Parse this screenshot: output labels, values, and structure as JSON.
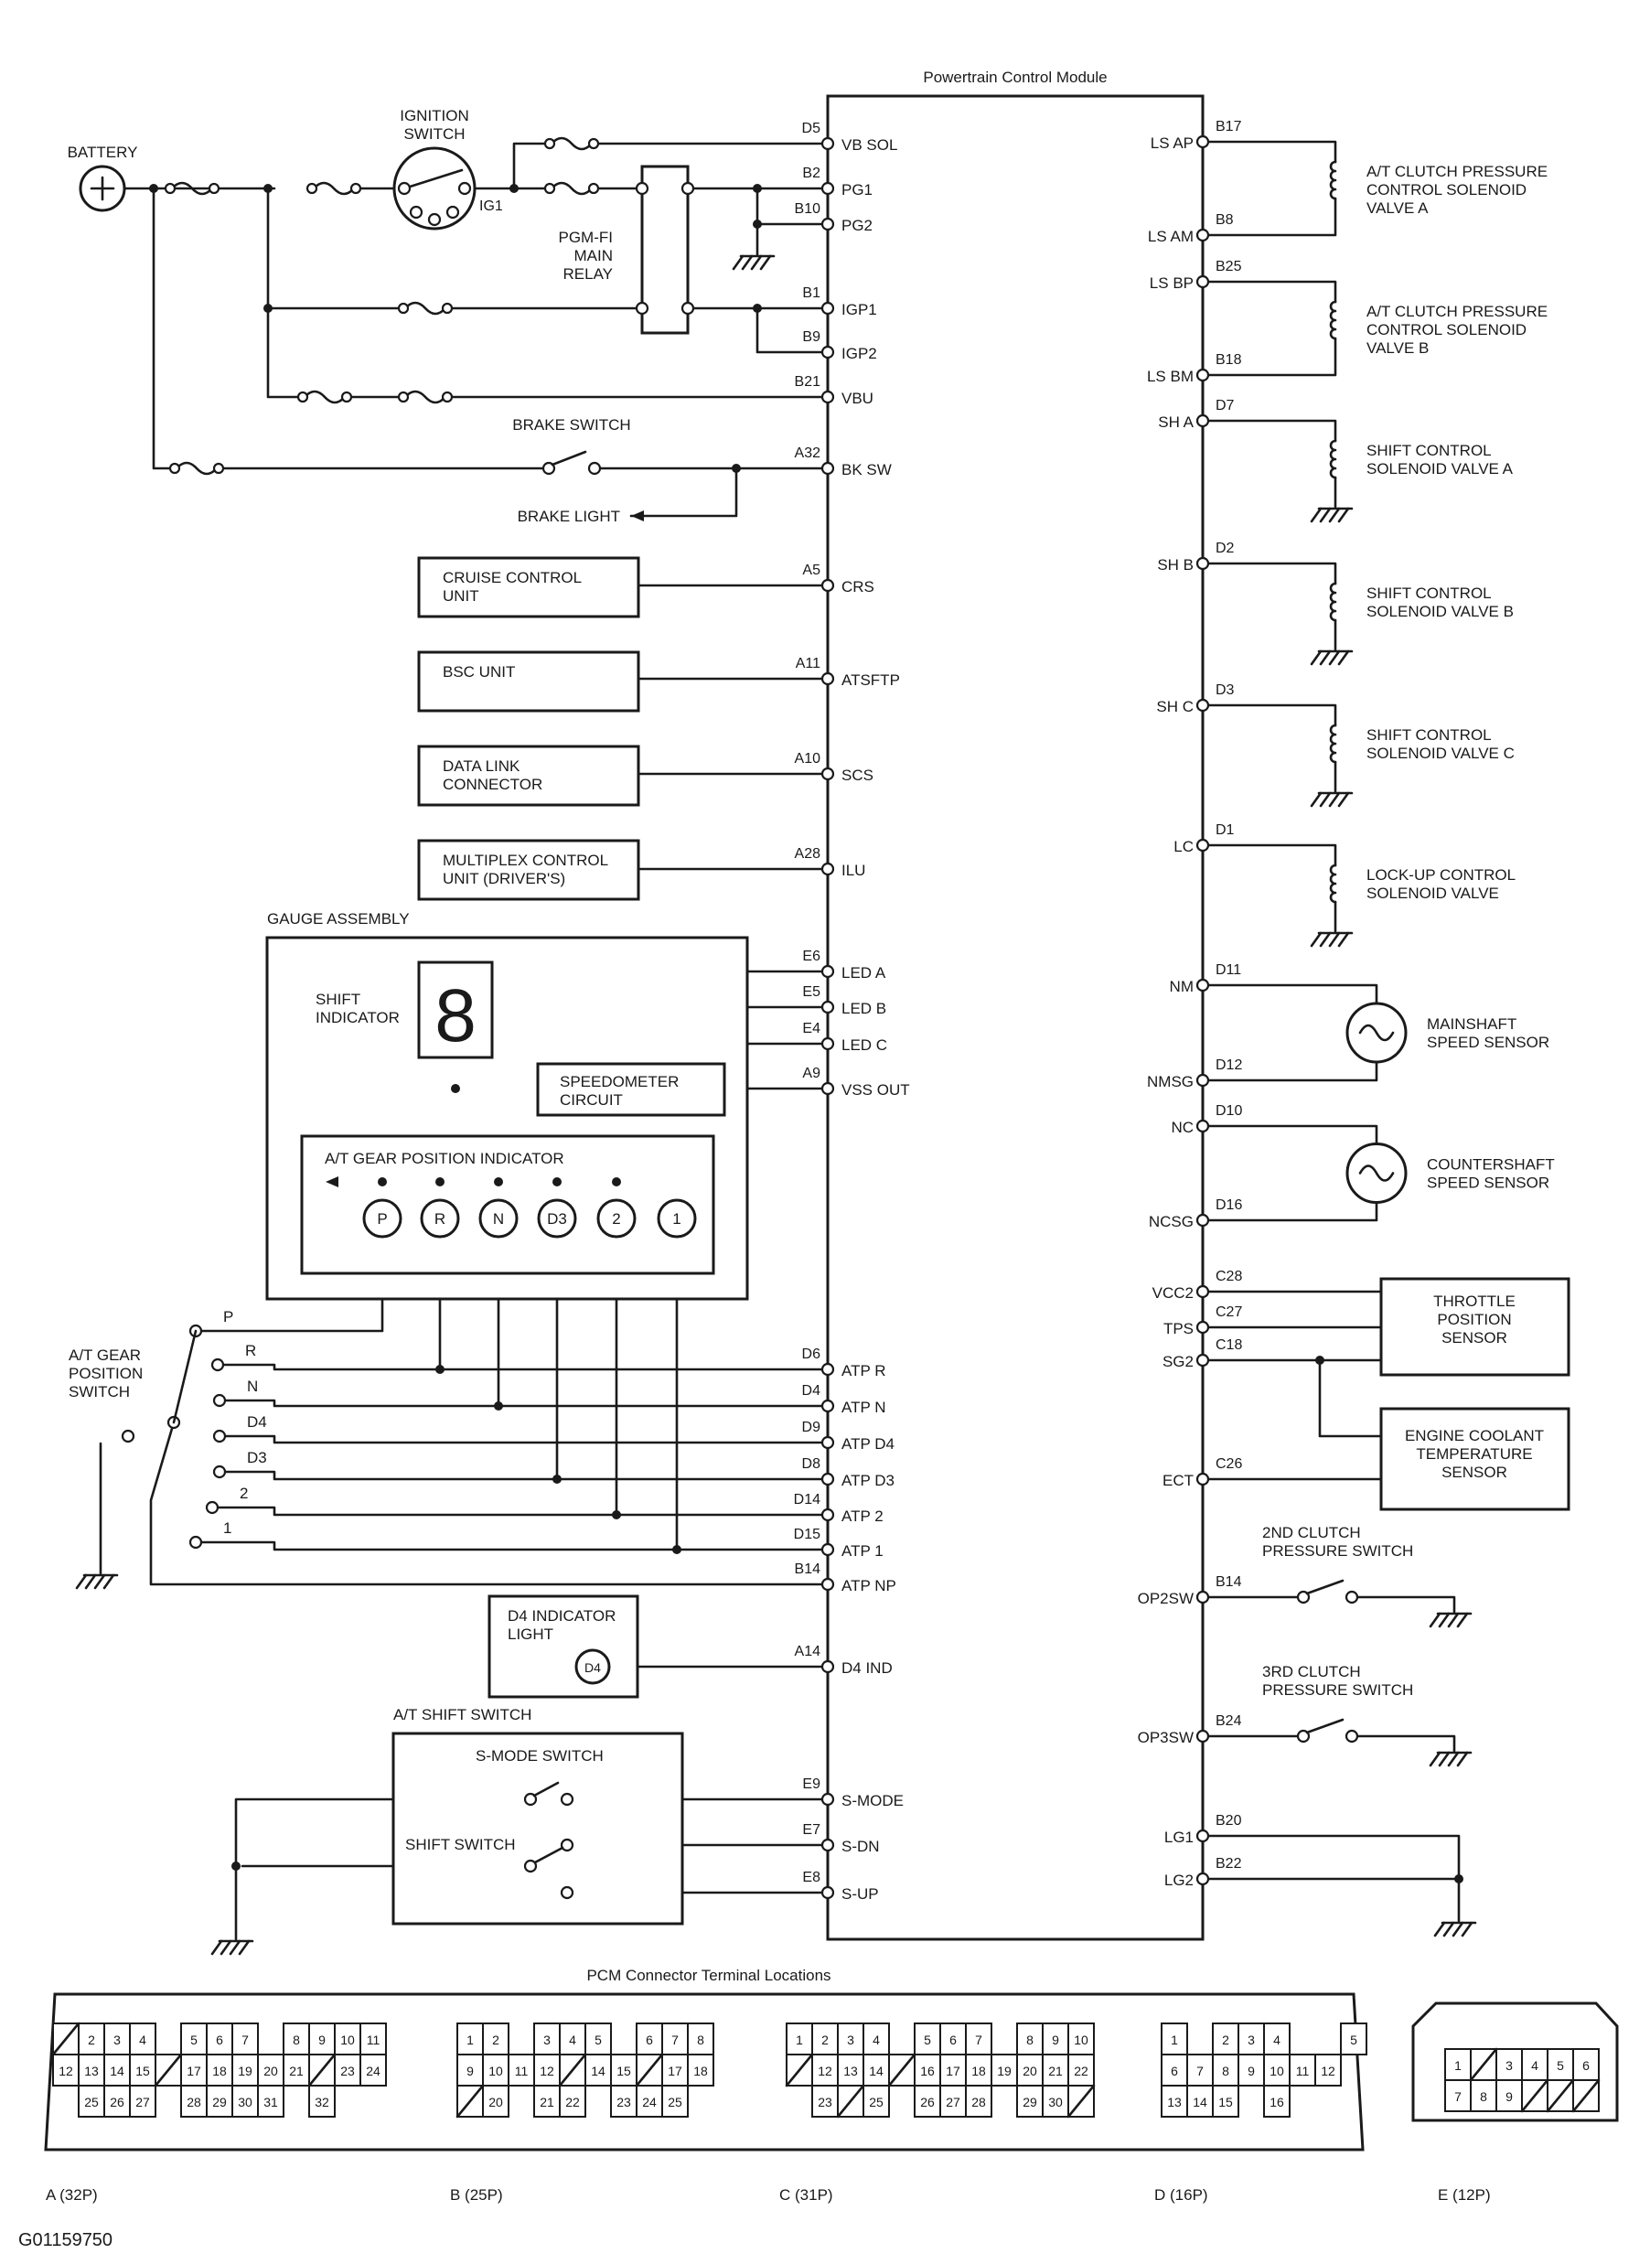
{
  "colors": {
    "ink": "#1a1a1a",
    "paper": "#ffffff"
  },
  "module": {
    "title": "Powertrain Control Module"
  },
  "supply": {
    "battery": "BATTERY",
    "ignition_switch": [
      "IGNITION",
      "SWITCH"
    ],
    "ig1": "IG1",
    "main_relay": [
      "PGM-FI",
      "MAIN",
      "RELAY"
    ],
    "brake_switch": "BRAKE SWITCH",
    "brake_light": "BRAKE LIGHT"
  },
  "units": {
    "cruise": [
      "CRUISE CONTROL",
      "UNIT"
    ],
    "bsc": [
      "BSC UNIT"
    ],
    "dlc": [
      "DATA LINK",
      "CONNECTOR"
    ],
    "mux": [
      "MULTIPLEX CONTROL",
      "UNIT (DRIVER'S)"
    ]
  },
  "gauge": {
    "title": "GAUGE ASSEMBLY",
    "shift_indicator": [
      "SHIFT",
      "INDICATOR"
    ],
    "digit": "8",
    "speedometer": [
      "SPEEDOMETER",
      "CIRCUIT"
    ],
    "gear_indicator": "A/T GEAR POSITION  INDICATOR",
    "lamps": [
      "P",
      "R",
      "N",
      "D3",
      "2",
      "1"
    ]
  },
  "gear_switch": {
    "title": [
      "A/T GEAR",
      "POSITION",
      "SWITCH"
    ],
    "positions": [
      "P",
      "R",
      "N",
      "D4",
      "D3",
      "2",
      "1"
    ]
  },
  "d4_light": {
    "title": [
      "D4 INDICATOR",
      "LIGHT"
    ],
    "symbol": "D4"
  },
  "shift_switch": {
    "title": "A/T SHIFT SWITCH",
    "s_mode": "S-MODE SWITCH",
    "shift": "SHIFT SWITCH"
  },
  "left_pins": [
    {
      "pin": "D5",
      "label": "VB SOL"
    },
    {
      "pin": "B2",
      "label": "PG1"
    },
    {
      "pin": "B10",
      "label": "PG2"
    },
    {
      "pin": "B1",
      "label": "IGP1"
    },
    {
      "pin": "B9",
      "label": "IGP2"
    },
    {
      "pin": "B21",
      "label": "VBU"
    },
    {
      "pin": "A32",
      "label": "BK SW"
    },
    {
      "pin": "A5",
      "label": "CRS"
    },
    {
      "pin": "A11",
      "label": "ATSFTP"
    },
    {
      "pin": "A10",
      "label": "SCS"
    },
    {
      "pin": "A28",
      "label": "ILU"
    },
    {
      "pin": "E6",
      "label": "LED A"
    },
    {
      "pin": "E5",
      "label": "LED B"
    },
    {
      "pin": "E4",
      "label": "LED C"
    },
    {
      "pin": "A9",
      "label": "VSS OUT"
    },
    {
      "pin": "D6",
      "label": "ATP R"
    },
    {
      "pin": "D4",
      "label": "ATP N"
    },
    {
      "pin": "D9",
      "label": "ATP D4"
    },
    {
      "pin": "D8",
      "label": "ATP D3"
    },
    {
      "pin": "D14",
      "label": "ATP 2"
    },
    {
      "pin": "D15",
      "label": "ATP 1"
    },
    {
      "pin": "B14",
      "label": "ATP NP"
    },
    {
      "pin": "A14",
      "label": "D4 IND"
    },
    {
      "pin": "E9",
      "label": "S-MODE"
    },
    {
      "pin": "E7",
      "label": "S-DN"
    },
    {
      "pin": "E8",
      "label": "S-UP"
    }
  ],
  "right_pins": [
    {
      "pin": "B17",
      "label": "LS AP"
    },
    {
      "pin": "B8",
      "label": "LS AM"
    },
    {
      "pin": "B25",
      "label": "LS BP"
    },
    {
      "pin": "B18",
      "label": "LS BM"
    },
    {
      "pin": "D7",
      "label": "SH A"
    },
    {
      "pin": "D2",
      "label": "SH B"
    },
    {
      "pin": "D3",
      "label": "SH C"
    },
    {
      "pin": "D1",
      "label": "LC"
    },
    {
      "pin": "D11",
      "label": "NM"
    },
    {
      "pin": "D12",
      "label": "NMSG"
    },
    {
      "pin": "D10",
      "label": "NC"
    },
    {
      "pin": "D16",
      "label": "NCSG"
    },
    {
      "pin": "C28",
      "label": "VCC2"
    },
    {
      "pin": "C27",
      "label": "TPS"
    },
    {
      "pin": "C18",
      "label": "SG2"
    },
    {
      "pin": "C26",
      "label": "ECT"
    },
    {
      "pin": "B14",
      "label": "OP2SW"
    },
    {
      "pin": "B24",
      "label": "OP3SW"
    },
    {
      "pin": "B20",
      "label": "LG1"
    },
    {
      "pin": "B22",
      "label": "LG2"
    }
  ],
  "components": {
    "sol_a": [
      "A/T CLUTCH PRESSURE",
      "CONTROL SOLENOID",
      "VALVE A"
    ],
    "sol_b": [
      "A/T CLUTCH PRESSURE",
      "CONTROL SOLENOID",
      "VALVE B"
    ],
    "shift_a": [
      "SHIFT CONTROL",
      "SOLENOID VALVE A"
    ],
    "shift_b": [
      "SHIFT CONTROL",
      "SOLENOID VALVE B"
    ],
    "shift_c": [
      "SHIFT CONTROL",
      "SOLENOID VALVE C"
    ],
    "lockup": [
      "LOCK-UP CONTROL",
      "SOLENOID VALVE"
    ],
    "mainshaft": [
      "MAINSHAFT",
      "SPEED SENSOR"
    ],
    "countershaft": [
      "COUNTERSHAFT",
      "SPEED SENSOR"
    ],
    "tps": [
      "THROTTLE",
      "POSITION",
      "SENSOR"
    ],
    "ect": [
      "ENGINE COOLANT",
      "TEMPERATURE",
      "SENSOR"
    ],
    "op2": [
      "2ND CLUTCH",
      "PRESSURE SWITCH"
    ],
    "op3": [
      "3RD CLUTCH",
      "PRESSURE SWITCH"
    ]
  },
  "connectors": {
    "title": "PCM Connector Terminal Locations",
    "A": {
      "label": "A (32P)",
      "rows": [
        [
          "/",
          "2",
          "3",
          "4",
          "",
          "5",
          "6",
          "7",
          "",
          "8",
          "9",
          "10",
          "11"
        ],
        [
          "12",
          "13",
          "14",
          "15",
          "/",
          "17",
          "18",
          "19",
          "20",
          "21",
          "/",
          "23",
          "24"
        ],
        [
          "",
          "25",
          "26",
          "27",
          "",
          "28",
          "29",
          "30",
          "31",
          "",
          "32",
          "",
          ""
        ]
      ]
    },
    "B": {
      "label": "B (25P)",
      "rows": [
        [
          "1",
          "2",
          "",
          "3",
          "4",
          "5",
          "",
          "6",
          "7",
          "8"
        ],
        [
          "9",
          "10",
          "11",
          "12",
          "/",
          "14",
          "15",
          "/",
          "17",
          "18"
        ],
        [
          "/",
          "20",
          "",
          "21",
          "22",
          "",
          "23",
          "24",
          "25",
          ""
        ]
      ]
    },
    "C": {
      "label": "C (31P)",
      "rows": [
        [
          "1",
          "2",
          "3",
          "4",
          "",
          "5",
          "6",
          "7",
          "",
          "8",
          "9",
          "10"
        ],
        [
          "/",
          "12",
          "13",
          "14",
          "/",
          "16",
          "17",
          "18",
          "19",
          "20",
          "21",
          "22"
        ],
        [
          "",
          "23",
          "/",
          "25",
          "",
          "26",
          "27",
          "28",
          "",
          "29",
          "30",
          "/"
        ]
      ]
    },
    "D": {
      "label": "D (16P)",
      "rows": [
        [
          "1",
          "",
          "2",
          "3",
          "4",
          "",
          "",
          "5"
        ],
        [
          "6",
          "7",
          "8",
          "9",
          "10",
          "11",
          "12",
          ""
        ],
        [
          "13",
          "14",
          "15",
          "",
          "16",
          "",
          "",
          ""
        ]
      ]
    },
    "E": {
      "label": "E (12P)",
      "rows": [
        [
          "1",
          "/",
          "3",
          "4",
          "5",
          "6"
        ],
        [
          "7",
          "8",
          "9",
          "/",
          "/",
          "/"
        ]
      ]
    }
  },
  "figure_id": "G01159750"
}
